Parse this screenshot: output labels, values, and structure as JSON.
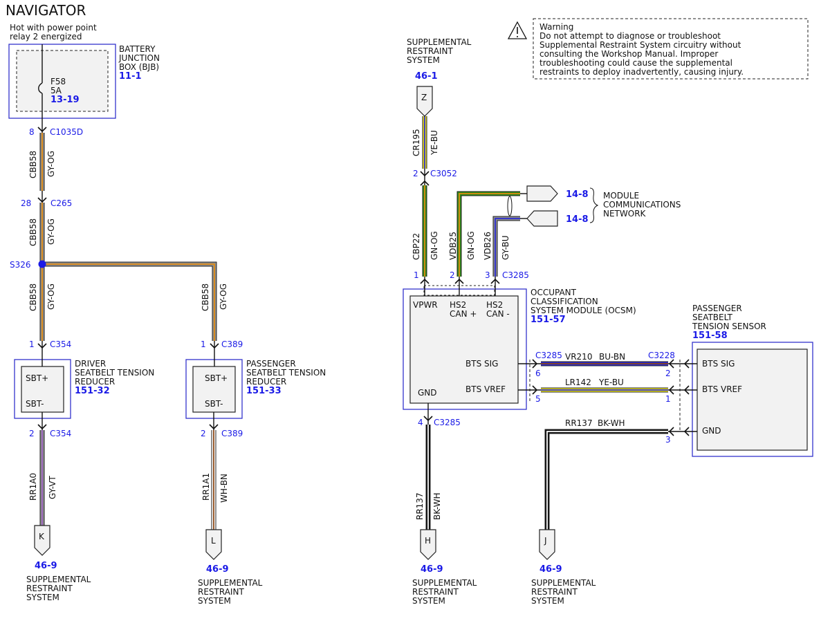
{
  "title": "NAVIGATOR",
  "colors": {
    "label_blue": "#1a1ae6",
    "box_outline": "#3333cc",
    "gy": "#8f8f8f",
    "og": "#e08a10",
    "gn": "#2e8b1a",
    "bu": "#2a2ad0",
    "ye": "#e8e020",
    "bk": "#111111",
    "wh": "#ffffff",
    "vt": "#9b5fc0",
    "bn": "#8b4513"
  },
  "power": {
    "line1": "Hot with power point",
    "line2": "relay 2 energized"
  },
  "bjb": {
    "name_lines": [
      "BATTERY",
      "JUNCTION",
      "BOX (BJB)"
    ],
    "ref": "11-1",
    "fuse": "F58",
    "amps": "5A",
    "fuse_ref": "13-19"
  },
  "connectors": {
    "c1035d": {
      "pin": "8",
      "name": "C1035D"
    },
    "c265": {
      "pin": "28",
      "name": "C265"
    },
    "splice": "S326",
    "c354a": {
      "pin": "1",
      "name": "C354"
    },
    "c389a": {
      "pin": "1",
      "name": "C389"
    },
    "c354b": {
      "pin": "2",
      "name": "C354"
    },
    "c389b": {
      "pin": "2",
      "name": "C389"
    },
    "c3052": {
      "pin": "2",
      "name": "C3052"
    },
    "c3285_top": {
      "pins": [
        "1",
        "2",
        "3"
      ],
      "name": "C3285"
    },
    "c3285_right": {
      "name": "C3285",
      "pins": [
        "6",
        "5"
      ]
    },
    "c3285_gnd": {
      "pin": "4",
      "name": "C3285"
    },
    "c3228": {
      "name": "C3228",
      "pins": [
        "2",
        "1",
        "3"
      ]
    }
  },
  "wires": {
    "cbb58_1": {
      "circuit": "CBB58",
      "color": "GY-OG"
    },
    "cbb58_2": {
      "circuit": "CBB58",
      "color": "GY-OG"
    },
    "cbb58_3": {
      "circuit": "CBB58",
      "color": "GY-OG"
    },
    "cbb58_4": {
      "circuit": "CBB58",
      "color": "GY-OG"
    },
    "rr1a0": {
      "circuit": "RR1A0",
      "color": "GY-VT"
    },
    "rr1a1": {
      "circuit": "RR1A1",
      "color": "WH-BN"
    },
    "cr195": {
      "circuit": "CR195",
      "color": "YE-BU"
    },
    "cbp22": {
      "circuit": "CBP22",
      "color": "GN-OG"
    },
    "vdb25": {
      "circuit": "VDB25",
      "color": "GN-OG"
    },
    "vdb26": {
      "circuit": "VDB26",
      "color": "GY-BU"
    },
    "rr137_v": {
      "circuit": "RR137",
      "color": "BK-WH"
    },
    "vr210": {
      "circuit": "VR210",
      "color": "BU-BN"
    },
    "lr142": {
      "circuit": "LR142",
      "color": "YE-BU"
    },
    "rr137_h": {
      "circuit": "RR137",
      "color": "BK-WH"
    }
  },
  "driver_reducer": {
    "name_lines": [
      "DRIVER",
      "SEATBELT TENSION",
      "REDUCER"
    ],
    "ref": "151-32",
    "pin_top": "SBT+",
    "pin_bottom": "SBT-"
  },
  "passenger_reducer": {
    "name_lines": [
      "PASSENGER",
      "SEATBELT TENSION",
      "REDUCER"
    ],
    "ref": "151-33",
    "pin_top": "SBT+",
    "pin_bottom": "SBT-"
  },
  "ocsm": {
    "name_lines": [
      "OCCUPANT",
      "CLASSIFICATION",
      "SYSTEM MODULE (OCSM)"
    ],
    "ref": "151-57",
    "vpwr": "VPWR",
    "hs2p_1": "HS2",
    "hs2p_2": "CAN +",
    "hs2m_1": "HS2",
    "hs2m_2": "CAN -",
    "gnd": "GND",
    "bts_sig": "BTS SIG",
    "bts_vref": "BTS VREF"
  },
  "sensor": {
    "name_lines": [
      "PASSENGER",
      "SEATBELT",
      "TENSION SENSOR"
    ],
    "ref": "151-58",
    "bts_sig": "BTS SIG",
    "bts_vref": "BTS VREF",
    "gnd": "GND"
  },
  "srs_top": {
    "name_lines": [
      "SUPPLEMENTAL",
      "RESTRAINT",
      "SYSTEM"
    ],
    "ref": "46-1",
    "letter": "Z"
  },
  "mcn": {
    "name_lines": [
      "MODULE",
      "COMMUNICATIONS",
      "NETWORK"
    ],
    "ref1": "14-8",
    "ref2": "14-8"
  },
  "srs_bottom": [
    {
      "letter": "K",
      "ref": "46-9",
      "name_lines": [
        "SUPPLEMENTAL",
        "RESTRAINT",
        "SYSTEM"
      ]
    },
    {
      "letter": "L",
      "ref": "46-9",
      "name_lines": [
        "SUPPLEMENTAL",
        "RESTRAINT",
        "SYSTEM"
      ]
    },
    {
      "letter": "H",
      "ref": "46-9",
      "name_lines": [
        "SUPPLEMENTAL",
        "RESTRAINT",
        "SYSTEM"
      ]
    },
    {
      "letter": "J",
      "ref": "46-9",
      "name_lines": [
        "SUPPLEMENTAL",
        "RESTRAINT",
        "SYSTEM"
      ]
    }
  ],
  "warning": {
    "heading": "Warning",
    "lines": [
      "Do not attempt to diagnose or troubleshoot",
      "Supplemental Restraint System circuitry without",
      "consulting the Workshop Manual. Improper",
      "troubleshooting could cause the supplemental",
      "restraints to deploy inadvertently, causing injury."
    ]
  }
}
